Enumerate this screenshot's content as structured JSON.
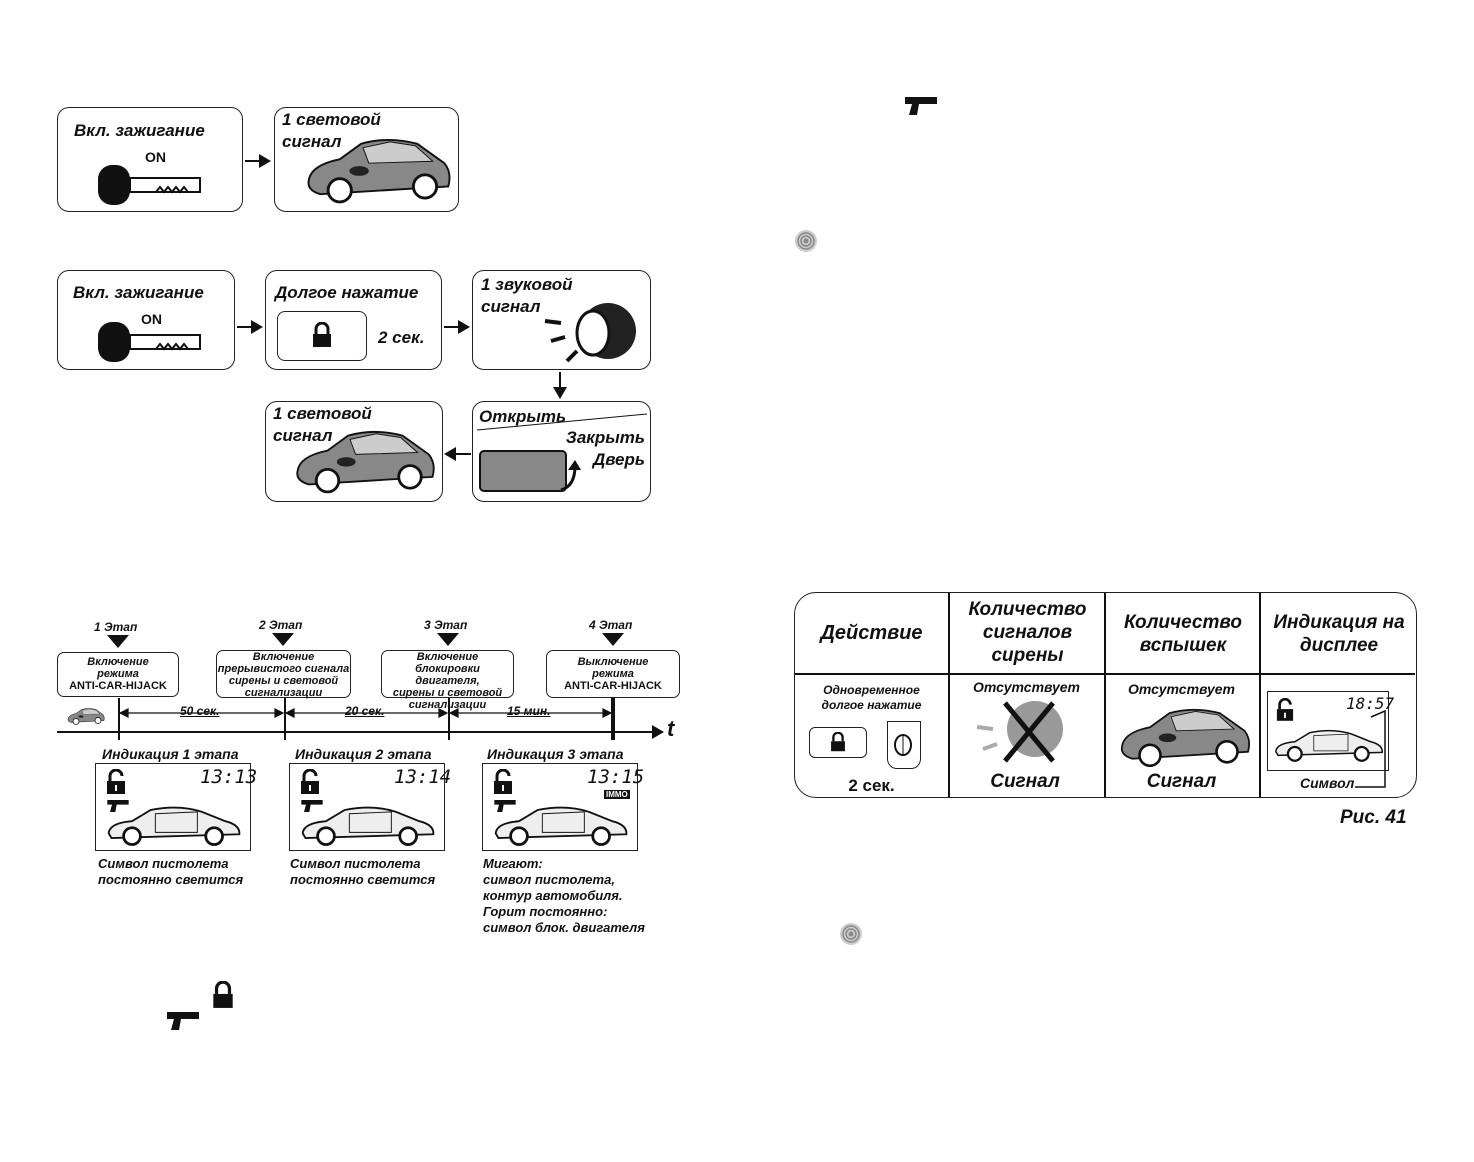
{
  "fig_top": {
    "box1": {
      "title": "Вкл. зажигание",
      "key_label": "ON"
    },
    "box2": {
      "line1": "1 световой",
      "line2": "сигнал"
    }
  },
  "fig_mid": {
    "box1": {
      "title": "Вкл. зажигание",
      "key_label": "ON"
    },
    "box2": {
      "title": "Долгое нажатие",
      "duration": "2 сек."
    },
    "box3": {
      "line1": "1 звуковой",
      "line2": "сигнал"
    },
    "box4": {
      "open": "Открыть",
      "close": "Закрыть",
      "door": "Дверь"
    },
    "box5": {
      "line1": "1 световой",
      "line2": "сигнал"
    }
  },
  "timeline": {
    "stages": [
      {
        "label": "1 Этап",
        "text": [
          "Включение",
          "режима",
          "ANTI-CAR-HIJACK"
        ]
      },
      {
        "label": "2 Этап",
        "text": [
          "Включение",
          "прерывистого сигнала",
          "сирены и световой",
          "сигнализации"
        ]
      },
      {
        "label": "3 Этап",
        "text": [
          "Включение",
          "блокировки двигателя,",
          "сирены и световой",
          "сигнализации"
        ]
      },
      {
        "label": "4 Этап",
        "text": [
          "Выключение",
          "режима",
          "ANTI-CAR-HIJACK"
        ]
      }
    ],
    "intervals": [
      "50 сек.",
      "20 сек.",
      "15 мин."
    ],
    "axis_label": "t",
    "indications": [
      {
        "title": "Индикация 1 этапа",
        "time": "13:13",
        "caption": [
          "Символ пистолета",
          "постоянно светится"
        ]
      },
      {
        "title": "Индикация 2 этапа",
        "time": "13:14",
        "caption": [
          "Символ пистолета",
          "постоянно светится"
        ]
      },
      {
        "title": "Индикация 3 этапа",
        "time": "13:15",
        "badge": "IMMO",
        "caption": [
          "Мигают:",
          "символ пистолета,",
          "контур автомобиля.",
          "Горит постоянно:",
          "символ блок. двигателя"
        ]
      }
    ]
  },
  "table": {
    "headers": [
      "Действие",
      "Количество сигналов сирены",
      "Количество вспышек",
      "Индикация на дисплее"
    ],
    "action": {
      "text1": "Одновременное",
      "text2": "долгое нажатие",
      "duration": "2 сек."
    },
    "siren": {
      "status": "Отсутствует",
      "label": "Сигнал"
    },
    "flash": {
      "status": "Отсутствует",
      "label": "Сигнал"
    },
    "display": {
      "time": "18:57",
      "symbol_label": "Символ"
    },
    "figure_label": "Рис. 41"
  }
}
